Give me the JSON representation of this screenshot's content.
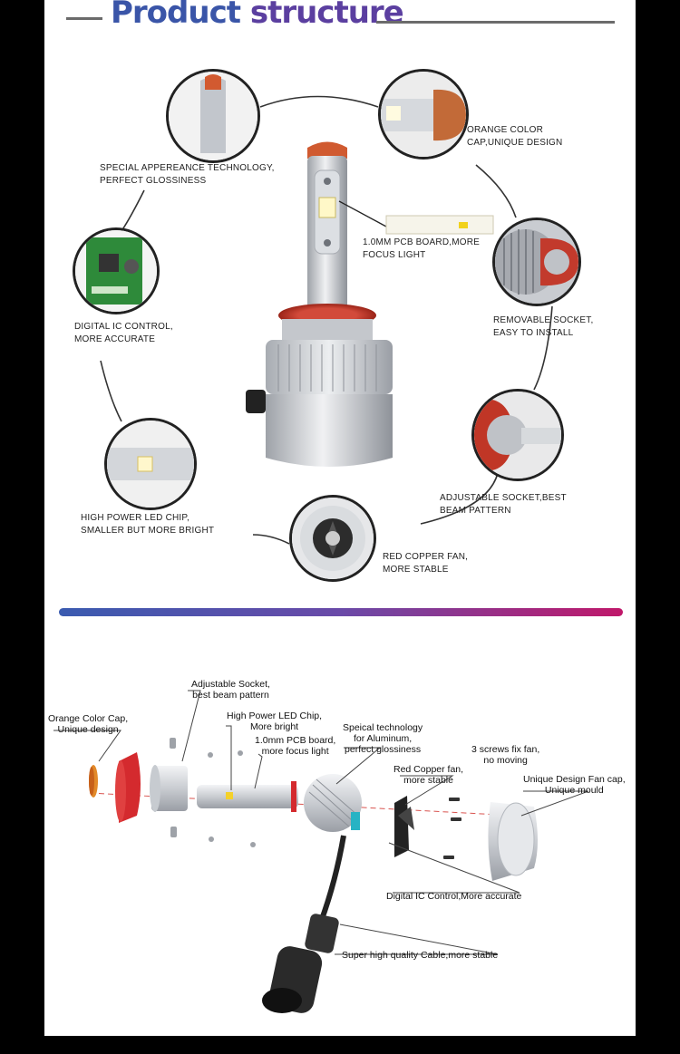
{
  "header": {
    "title_part1": "Product ",
    "title_part2": "structure"
  },
  "callouts": [
    {
      "id": "special",
      "line1": "SPECIAL APPEREANCE TECHNOLOGY,",
      "line2": "PERFECT GLOSSINESS"
    },
    {
      "id": "orange",
      "line1": "ORANGE COLOR",
      "line2": "CAP,UNIQUE DESIGN"
    },
    {
      "id": "pcb",
      "line1": "1.0MM PCB BOARD,MORE",
      "line2": "FOCUS LIGHT"
    },
    {
      "id": "digital",
      "line1": "DIGITAL IC CONTROL,",
      "line2": "MORE ACCURATE"
    },
    {
      "id": "removable",
      "line1": "REMOVABLE SOCKET,",
      "line2": "EASY TO INSTALL"
    },
    {
      "id": "adjustable",
      "line1": "ADJUSTABLE SOCKET,BEST",
      "line2": "BEAM PATTERN"
    },
    {
      "id": "chip",
      "line1": "HIGH POWER LED CHIP,",
      "line2": "SMALLER BUT MORE BRIGHT"
    },
    {
      "id": "fan",
      "line1": "RED COPPER FAN,",
      "line2": "MORE STABLE"
    }
  ],
  "exploded_labels": {
    "adjustable_socket": [
      "Adjustable Socket,",
      "best beam pattern"
    ],
    "orange_cap": [
      "Orange Color Cap,",
      "Unique design"
    ],
    "led_chip": [
      "High Power LED Chip,",
      "More bright"
    ],
    "pcb_board": [
      "1.0mm PCB board,",
      "more focus light"
    ],
    "aluminum": [
      "Speical technology",
      "for Aluminum,",
      "perfect glossiness"
    ],
    "screws": [
      "3 screws fix fan,",
      "no moving"
    ],
    "copper_fan": [
      "Red Copper fan,",
      "more stable"
    ],
    "fan_cap": [
      "Unique Design Fan cap,",
      "Unique mould"
    ],
    "digital_ic": [
      "Digital IC Control,More accurate"
    ],
    "cable": [
      "Super high quality Cable,more stable"
    ]
  },
  "colors": {
    "title": "#3a55a8",
    "accent_orange": "#e07820",
    "accent_red": "#d8262c",
    "gradient_start": "#3a5bb0",
    "gradient_end": "#c0186a"
  }
}
